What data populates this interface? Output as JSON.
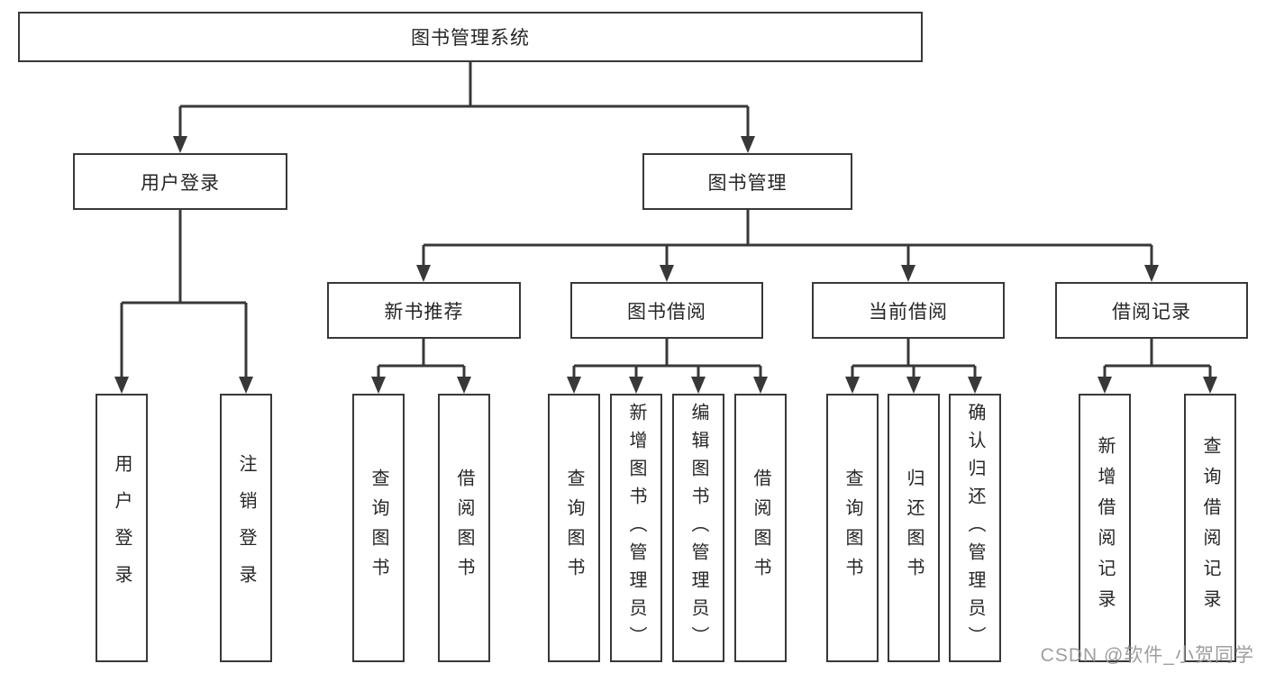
{
  "diagram": {
    "type": "hierarchy-tree",
    "colors": {
      "line": "#383838",
      "box_border": "#383838",
      "box_fill": "#ffffff",
      "text": "#262626",
      "background": "#ffffff",
      "watermark": "#969696"
    },
    "tree": {
      "label": "图书管理系统",
      "children": [
        {
          "label": "用户登录",
          "children": [
            {
              "label": "用户登录"
            },
            {
              "label": "注销登录"
            }
          ]
        },
        {
          "label": "图书管理",
          "children": [
            {
              "label": "新书推荐",
              "children": [
                {
                  "label": "查询图书"
                },
                {
                  "label": "借阅图书"
                }
              ]
            },
            {
              "label": "图书借阅",
              "children": [
                {
                  "label": "查询图书"
                },
                {
                  "label": "新增图书（管理员）"
                },
                {
                  "label": "编辑图书（管理员）"
                },
                {
                  "label": "借阅图书"
                }
              ]
            },
            {
              "label": "当前借阅",
              "children": [
                {
                  "label": "查询图书"
                },
                {
                  "label": "归还图书"
                },
                {
                  "label": "确认归还（管理员）"
                }
              ]
            },
            {
              "label": "借阅记录",
              "children": [
                {
                  "label": "新增借阅记录"
                },
                {
                  "label": "查询借阅记录"
                }
              ]
            }
          ]
        }
      ]
    }
  },
  "watermark": {
    "text": "CSDN @软件_小贺同学"
  }
}
